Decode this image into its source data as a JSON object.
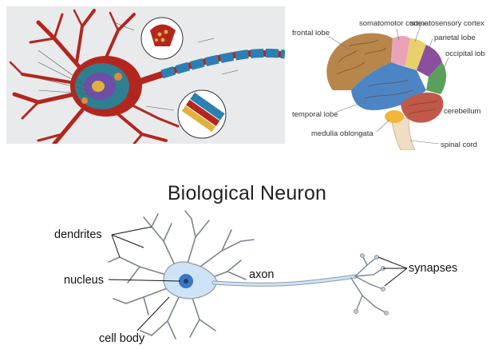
{
  "title": "Biological Neuron",
  "brain_labels": {
    "frontal_lobe": "frontal lobe",
    "somatomotor_cortex": "somatomotor cortex",
    "somatosensory_cortex": "somatosensory cortex",
    "parietal_lobe": "parietal lobe",
    "occipital_lobe": "occipital lob",
    "temporal_lobe": "temporal lobe",
    "cerebellum": "cerebellum",
    "medulla_oblongata": "medulla oblongata",
    "spinal_cord": "spinal cord"
  },
  "neuron_labels": {
    "dendrites": "dendrites",
    "nucleus": "nucleus",
    "axon": "axon",
    "synapses": "synapses",
    "cell_body": "cell body"
  },
  "colors": {
    "cell_body": "#cfe3f7",
    "nucleus": "#3a78c2",
    "brain_frontal": "#b8864a",
    "brain_parietal": "#8a4f9e",
    "brain_occipital": "#5aa05a",
    "brain_temporal": "#4d84c4",
    "brain_cerebellum": "#c2584a",
    "neuron_detail_red": "#b3261e"
  }
}
